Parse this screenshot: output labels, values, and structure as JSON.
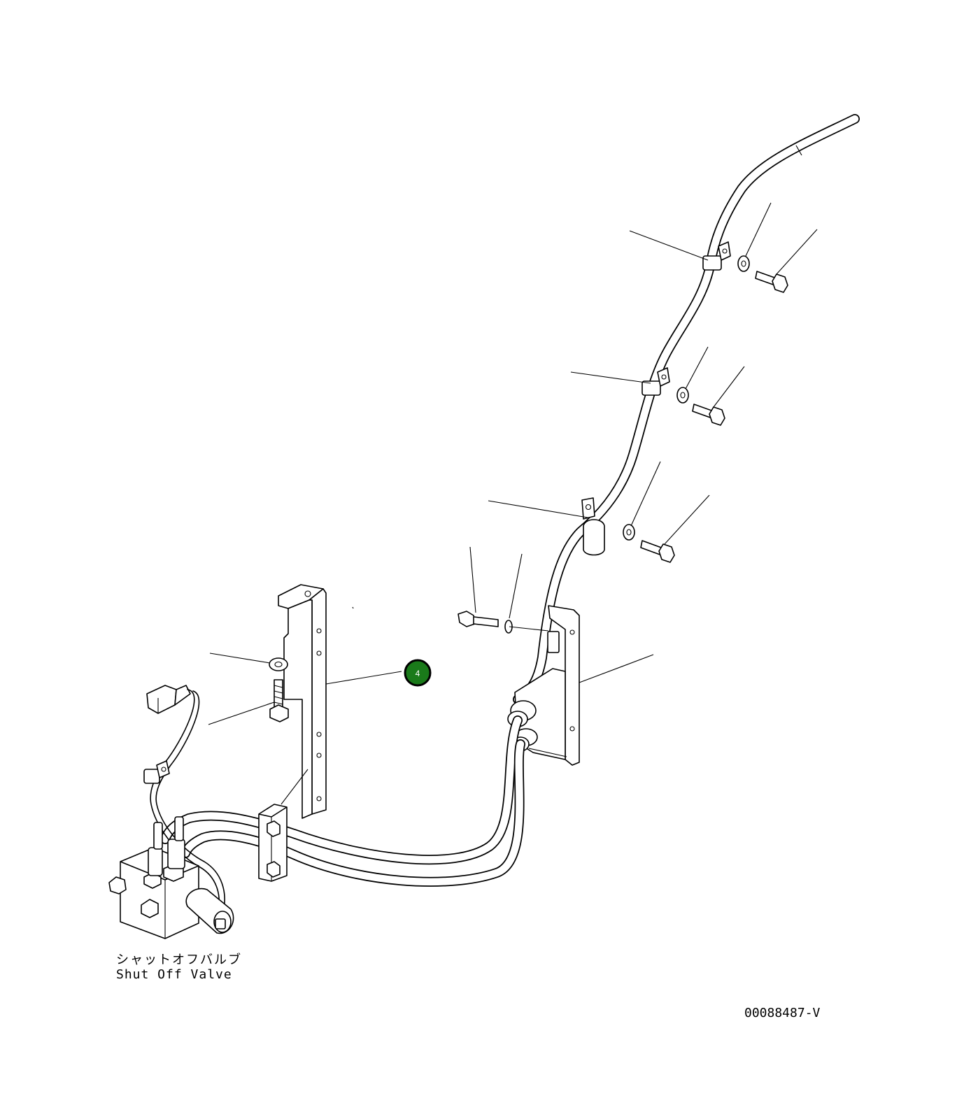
{
  "labels": {
    "component_jp": "シャットオフバルブ",
    "component_en": "Shut Off Valve",
    "drawing_number": "00088487-V"
  },
  "callout": {
    "number": "4",
    "fill_color": "#1a7a1a",
    "ring_color": "#000000",
    "text_color": "#ffffff"
  }
}
